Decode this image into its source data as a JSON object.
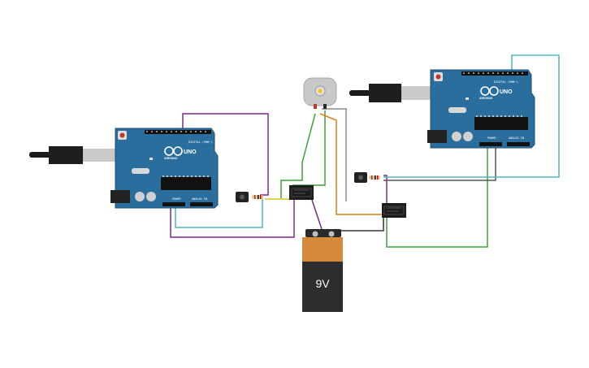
{
  "arduino_left": {
    "brand": "ARDUINO",
    "model": "UNO",
    "digital_label": "DIGITAL (PWM~)",
    "power_label": "POWER",
    "analog_label": "ANALOG IN"
  },
  "arduino_right": {
    "brand": "ARDUINO",
    "model": "UNO",
    "digital_label": "DIGITAL (PWM~)",
    "power_label": "POWER",
    "analog_label": "ANALOG IN"
  },
  "battery": {
    "label": "9V"
  },
  "colors": {
    "board": "#2a6e9e",
    "wire_purple": "#7b2a8c",
    "wire_teal": "#4db6c4",
    "wire_green": "#3aa33a",
    "wire_orange": "#d9820f",
    "wire_gray": "#8a8a8a",
    "wire_black": "#333333",
    "wire_yellow": "#d8c21a",
    "battery_top": "#d58a3b",
    "battery_body": "#2d2d2d"
  }
}
